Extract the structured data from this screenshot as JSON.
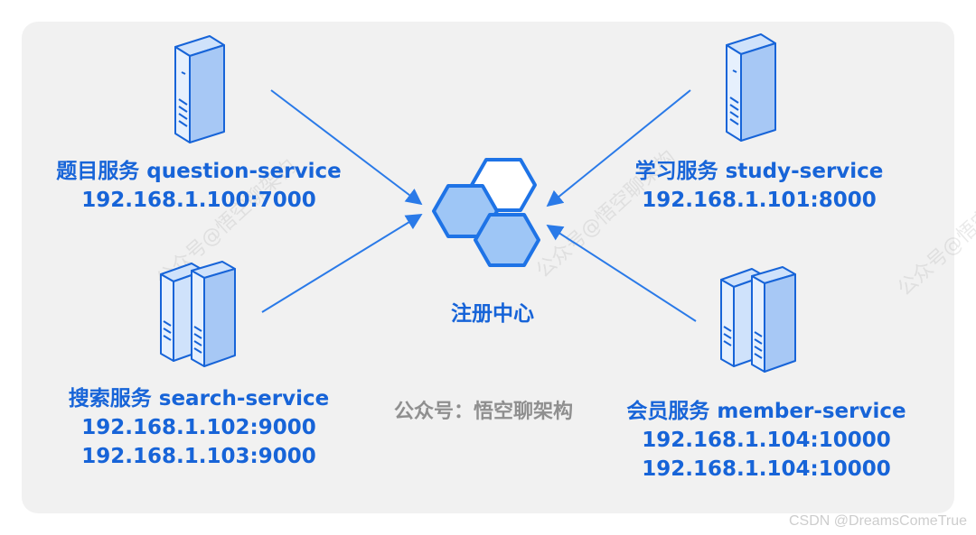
{
  "services": [
    {
      "name": "题目服务 question-service",
      "ips": [
        "192.168.1.100:7000"
      ]
    },
    {
      "name": "学习服务 study-service",
      "ips": [
        "192.168.1.101:8000"
      ]
    },
    {
      "name": "搜索服务 search-service",
      "ips": [
        "192.168.1.102:9000",
        "192.168.1.103:9000"
      ]
    },
    {
      "name": "会员服务 member-service",
      "ips": [
        "192.168.1.104:10000",
        "192.168.1.104:10000"
      ]
    }
  ],
  "registry": {
    "label": "注册中心"
  },
  "caption": "公众号：悟空聊架构",
  "watermark": "公众号@悟空聊架构",
  "footer": "CSDN @DreamsComeTrue",
  "colors": {
    "accent": "#1764d8",
    "server_fill": "#a7c8f5",
    "hex_fill": "#9ec6f6",
    "panel": "#f1f1f1"
  },
  "icons": [
    "server-tower-icon",
    "hexagon-cluster-icon"
  ]
}
